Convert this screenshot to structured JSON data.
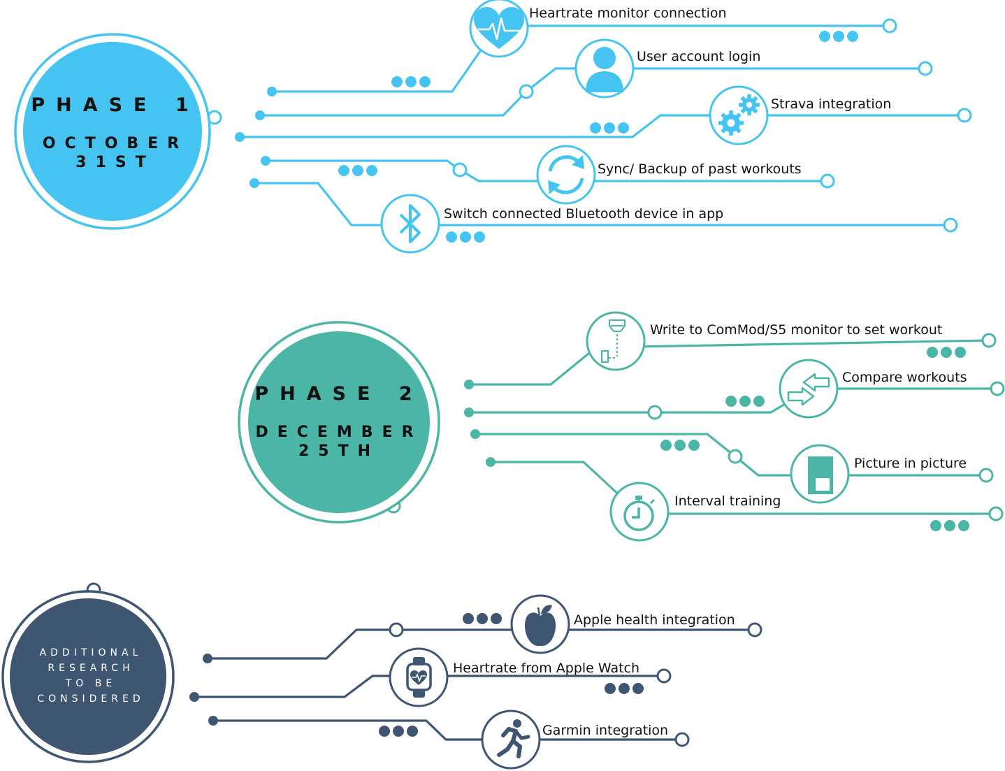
{
  "colors": {
    "phase1": "#45C4F2",
    "phase2": "#4BB5A6",
    "additional": "#3F5672"
  },
  "phases": [
    {
      "id": "phase1",
      "title": "PHASE 1",
      "date": "OCTOBER 31ST",
      "items": [
        {
          "label": "Heartrate monitor connection",
          "icon": "heart-rate-icon"
        },
        {
          "label": "User account login",
          "icon": "user-icon"
        },
        {
          "label": "Strava integration",
          "icon": "gears-icon"
        },
        {
          "label": "Sync/ Backup of past workouts",
          "icon": "sync-icon"
        },
        {
          "label": "Switch connected Bluetooth device in app",
          "icon": "bluetooth-icon"
        }
      ]
    },
    {
      "id": "phase2",
      "title": "PHASE 2",
      "date": "DECEMBER 25TH",
      "items": [
        {
          "label": "Write to ComMod/S5 monitor to set workout",
          "icon": "monitor-write-icon"
        },
        {
          "label": "Compare workouts",
          "icon": "compare-arrows-icon"
        },
        {
          "label": "Picture in picture",
          "icon": "picture-in-picture-icon"
        },
        {
          "label": "Interval training",
          "icon": "stopwatch-icon"
        }
      ]
    },
    {
      "id": "additional",
      "title_lines": [
        "ADDITIONAL",
        "RESEARCH",
        "TO BE",
        "CONSIDERED"
      ],
      "items": [
        {
          "label": "Apple health integration",
          "icon": "apple-icon"
        },
        {
          "label": "Heartrate from Apple Watch",
          "icon": "apple-watch-icon"
        },
        {
          "label": "Garmin integration",
          "icon": "runner-icon"
        }
      ]
    }
  ]
}
